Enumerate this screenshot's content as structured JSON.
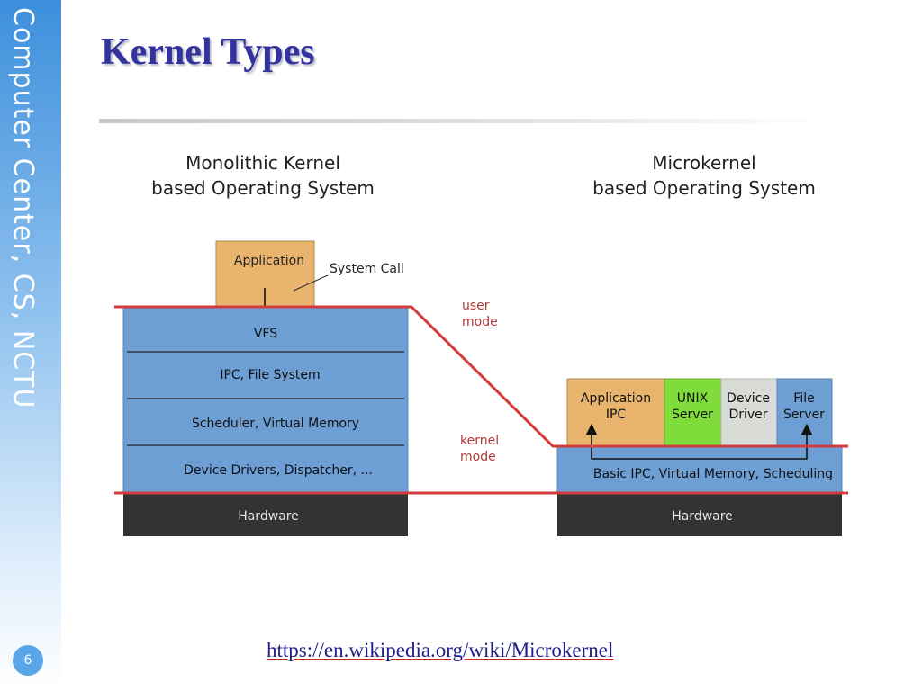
{
  "sidebar": {
    "label": "Computer Center, CS, NCTU",
    "page_number": "6"
  },
  "slide": {
    "title": "Kernel Types",
    "source_link": "https://en.wikipedia.org/wiki/Microkernel"
  },
  "diagram": {
    "monolithic": {
      "heading_line1": "Monolithic Kernel",
      "heading_line2": "based Operating System",
      "application": "Application",
      "system_call": "System Call",
      "layers": [
        "VFS",
        "IPC, File System",
        "Scheduler, Virtual Memory",
        "Device Drivers, Dispatcher, ..."
      ],
      "hardware": "Hardware"
    },
    "microkernel": {
      "heading_line1": "Microkernel",
      "heading_line2": "based Operating System",
      "servers": [
        {
          "line1": "Application",
          "line2": "IPC"
        },
        {
          "line1": "UNIX",
          "line2": "Server"
        },
        {
          "line1": "Device",
          "line2": "Driver"
        },
        {
          "line1": "File",
          "line2": "Server"
        }
      ],
      "kernel": "Basic IPC, Virtual Memory, Scheduling",
      "hardware": "Hardware"
    },
    "modes": {
      "user_line1": "user",
      "user_line2": "mode",
      "kernel_line1": "kernel",
      "kernel_line2": "mode"
    },
    "colors": {
      "layer_blue": "#6d9ed4",
      "app_orange": "#e8b46e",
      "unix_green": "#7fdc3a",
      "driver_gray": "#d9dbd6",
      "hardware_dark": "#333333",
      "mode_line_red": "#d23c3c",
      "mode_text_red": "#b33a3a"
    }
  }
}
